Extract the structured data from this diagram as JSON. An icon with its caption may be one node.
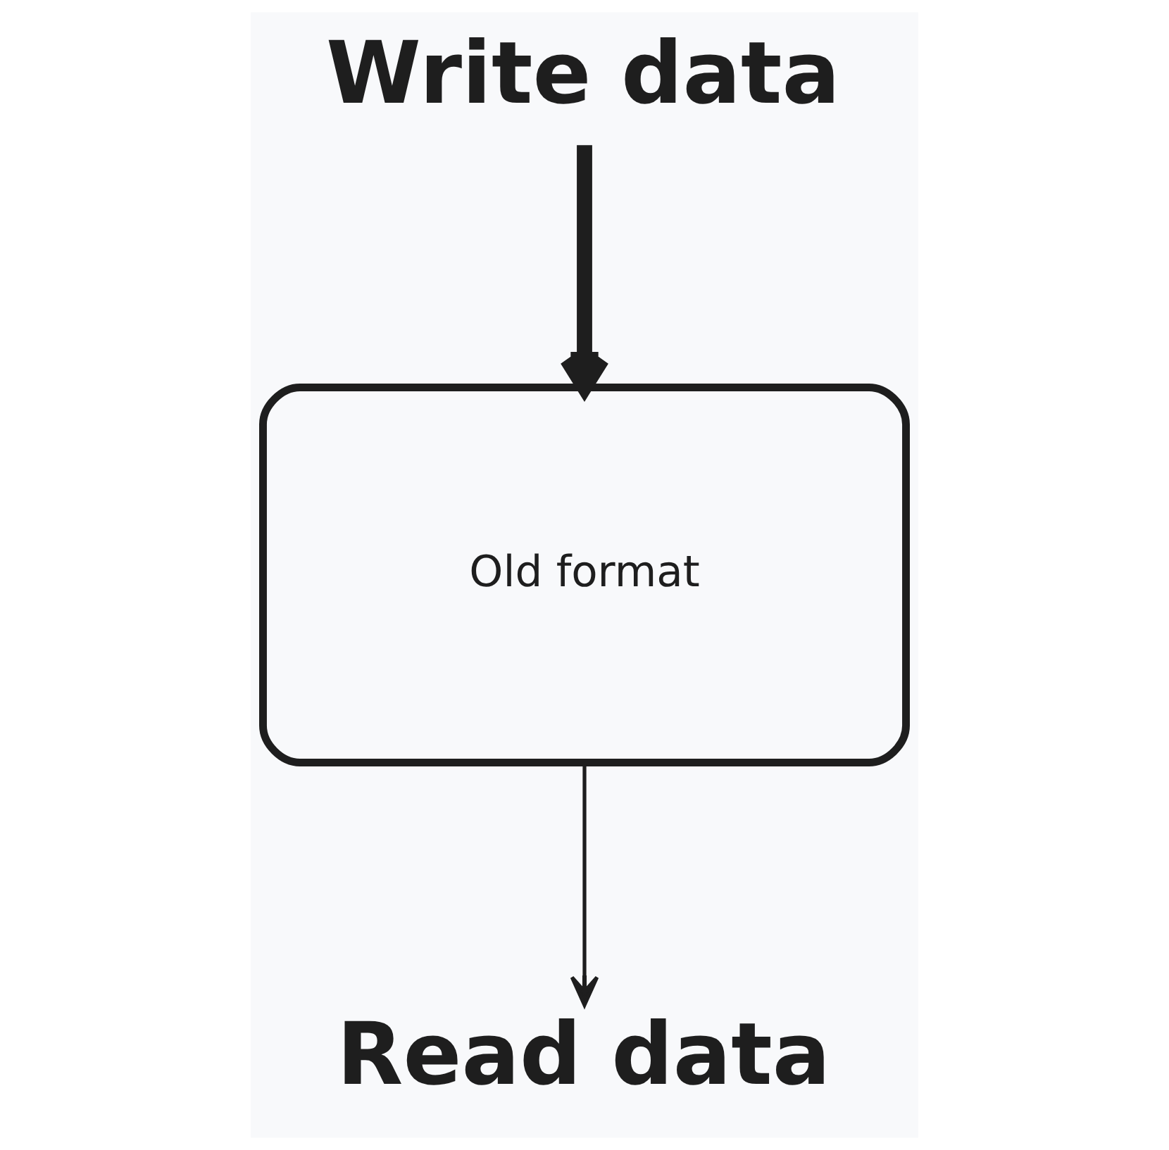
{
  "diagram": {
    "nodes": [
      {
        "text": [
          "Write data"
        ]
      },
      {
        "text": [
          "Old format"
        ]
      },
      {
        "text": [
          "Read data"
        ]
      }
    ],
    "edges": [
      {
        "from": 0,
        "to": 1,
        "arrow": "to",
        "style": "thick"
      },
      {
        "from": 1,
        "to": 2,
        "arrow": "to"
      }
    ]
  }
}
